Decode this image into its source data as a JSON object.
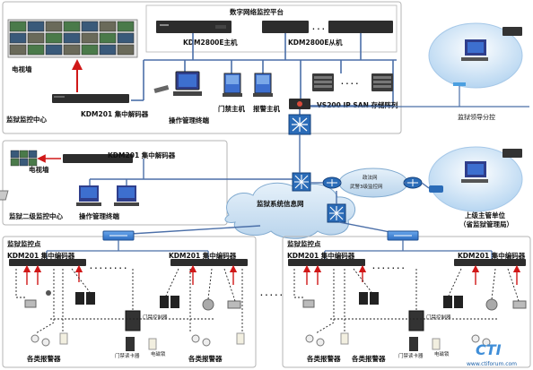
{
  "labels": {
    "platform": "数字网络监控平台",
    "kdm2800_master": "KDM2800E主机",
    "kdm2800_slave": "KDM2800E从机",
    "tv_wall": "电视墙",
    "kdm201_decoder": "KDM201 集中解码器",
    "monitor_center": "监狱监控中心",
    "operator_terminal": "操作管理终端",
    "access_host": "门禁主机",
    "alarm_host": "报警主机",
    "storage": "VS200 IP SAN 存储阵列",
    "prison_leader": "监狱领导分控",
    "tv_wall_2": "电视墙",
    "kdm201_decoder_2": "KDM201 集中解码器",
    "secondary_center": "监狱二级监控中心",
    "operator_terminal_2": "操作管理终端",
    "gov_net": "政法网\n武警3级监控网",
    "prison_net": "监狱系统信息网",
    "upper_dept": "上级主管单位",
    "upper_dept_sub": "（省监狱管理局）",
    "point_left": "监狱监控点",
    "point_right": "监狱监控点",
    "encoder_a": "KDM201 集中编码器",
    "encoder_b": "KDM201 集中编码器",
    "encoder_c": "KDM201 集中编码器",
    "encoder_d": "KDM201 集中编码器",
    "door_ctrl": "门禁控制器",
    "card_reader": "门禁读卡器",
    "lock": "电磁锁",
    "sensors_1": "各类报警器",
    "sensors_2": "各类报警器",
    "sensors_3": "各类报警器",
    "sensors_4": "各类报警器",
    "door_ctrl_r": "门禁控制器",
    "card_reader_r": "门禁读卡器",
    "lock_r": "电磁锁",
    "watermark_logo": "CTI",
    "watermark_url": "www.ctiforum.com"
  },
  "colors": {
    "cloud": "#cfe3f3",
    "cloud_stroke": "#7fa9cf",
    "switch": "#3a7fd5",
    "router_red": "#d94a3a",
    "router_blue": "#2b6cb8",
    "alarm_arrow": "#d01818",
    "net_line": "#4b6fa8",
    "box": "#ffffff",
    "box_stroke": "#999999",
    "gray_device": "#2d2d2d",
    "bubble": "#cbe2f5"
  }
}
